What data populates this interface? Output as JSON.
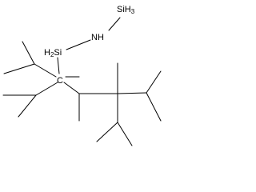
{
  "molecule": {
    "atoms": {
      "si_top_symbol": "Si",
      "si_top_h": "H",
      "si_top_count": "3",
      "nh": "NH",
      "si_mid_h": "H",
      "si_mid_count": "2",
      "si_mid_symbol": "Si",
      "quaternary_c": "C"
    }
  }
}
